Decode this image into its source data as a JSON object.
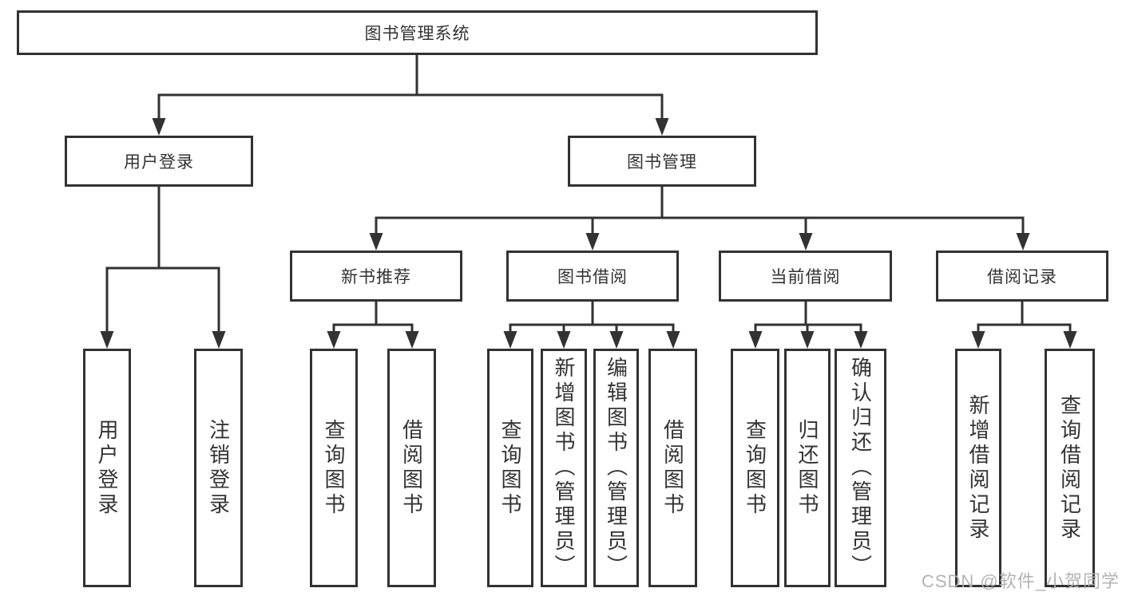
{
  "diagram_title": "图书管理系统",
  "tree": {
    "label": "图书管理系统",
    "children": [
      {
        "label": "用户登录",
        "children": [
          {
            "label": "用户登录"
          },
          {
            "label": "注销登录"
          }
        ]
      },
      {
        "label": "图书管理",
        "children": [
          {
            "label": "新书推荐",
            "children": [
              {
                "label": "查询图书"
              },
              {
                "label": "借阅图书"
              }
            ]
          },
          {
            "label": "图书借阅",
            "children": [
              {
                "label": "查询图书"
              },
              {
                "label": "新增图书（管理员）"
              },
              {
                "label": "编辑图书（管理员）"
              },
              {
                "label": "借阅图书"
              }
            ]
          },
          {
            "label": "当前借阅",
            "children": [
              {
                "label": "查询图书"
              },
              {
                "label": "归还图书"
              },
              {
                "label": "确认归还（管理员）"
              }
            ]
          },
          {
            "label": "借阅记录",
            "children": [
              {
                "label": "新增借阅记录"
              },
              {
                "label": "查询借阅记录"
              }
            ]
          }
        ]
      }
    ]
  },
  "watermark": {
    "text": "CSDN @软件_小贺同学"
  },
  "colors": {
    "line": "#323232",
    "text": "#333333",
    "background": "#ffffff",
    "watermark": "#afafaf"
  }
}
